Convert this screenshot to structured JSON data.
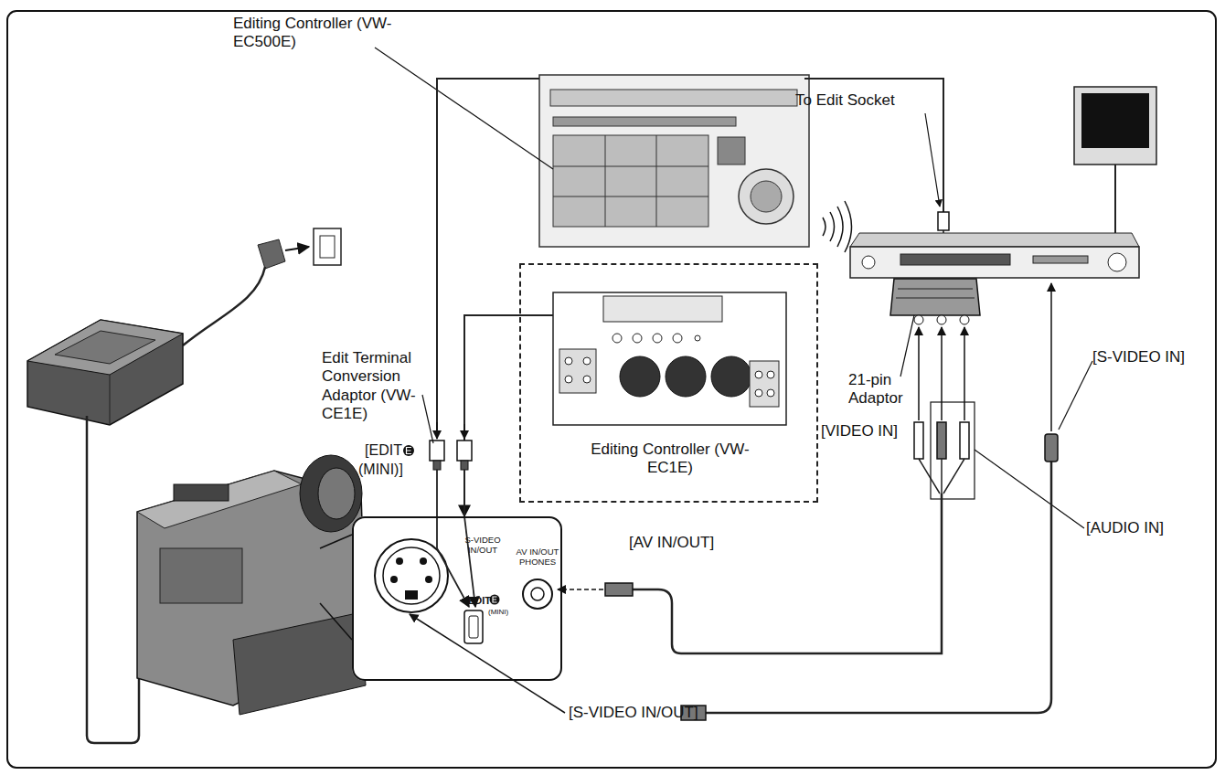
{
  "diagram": {
    "nodes": [
      {
        "text": [
          "Editing Controller (VW-EC1E)"
        ]
      },
      {
        "text": [
          "S-VIDEO IN/OUT",
          "AV IN/OUT PHONES",
          "EDIT",
          "(MINI)"
        ]
      }
    ],
    "edges": [
      {
        "from": 0,
        "to": 1,
        "arrow": "to"
      }
    ],
    "labels": [
      "Editing Controller (VW-EC500E)",
      "To Edit Socket",
      "Edit Terminal Conversion Adaptor (VW-CE1E)",
      "[EDIT",
      "(MINI)]",
      "21-pin Adaptor",
      "[S-VIDEO IN]",
      "[VIDEO IN]",
      "[AUDIO IN]",
      "[AV IN/OUT]",
      "[S-VIDEO IN/OUT]"
    ]
  }
}
